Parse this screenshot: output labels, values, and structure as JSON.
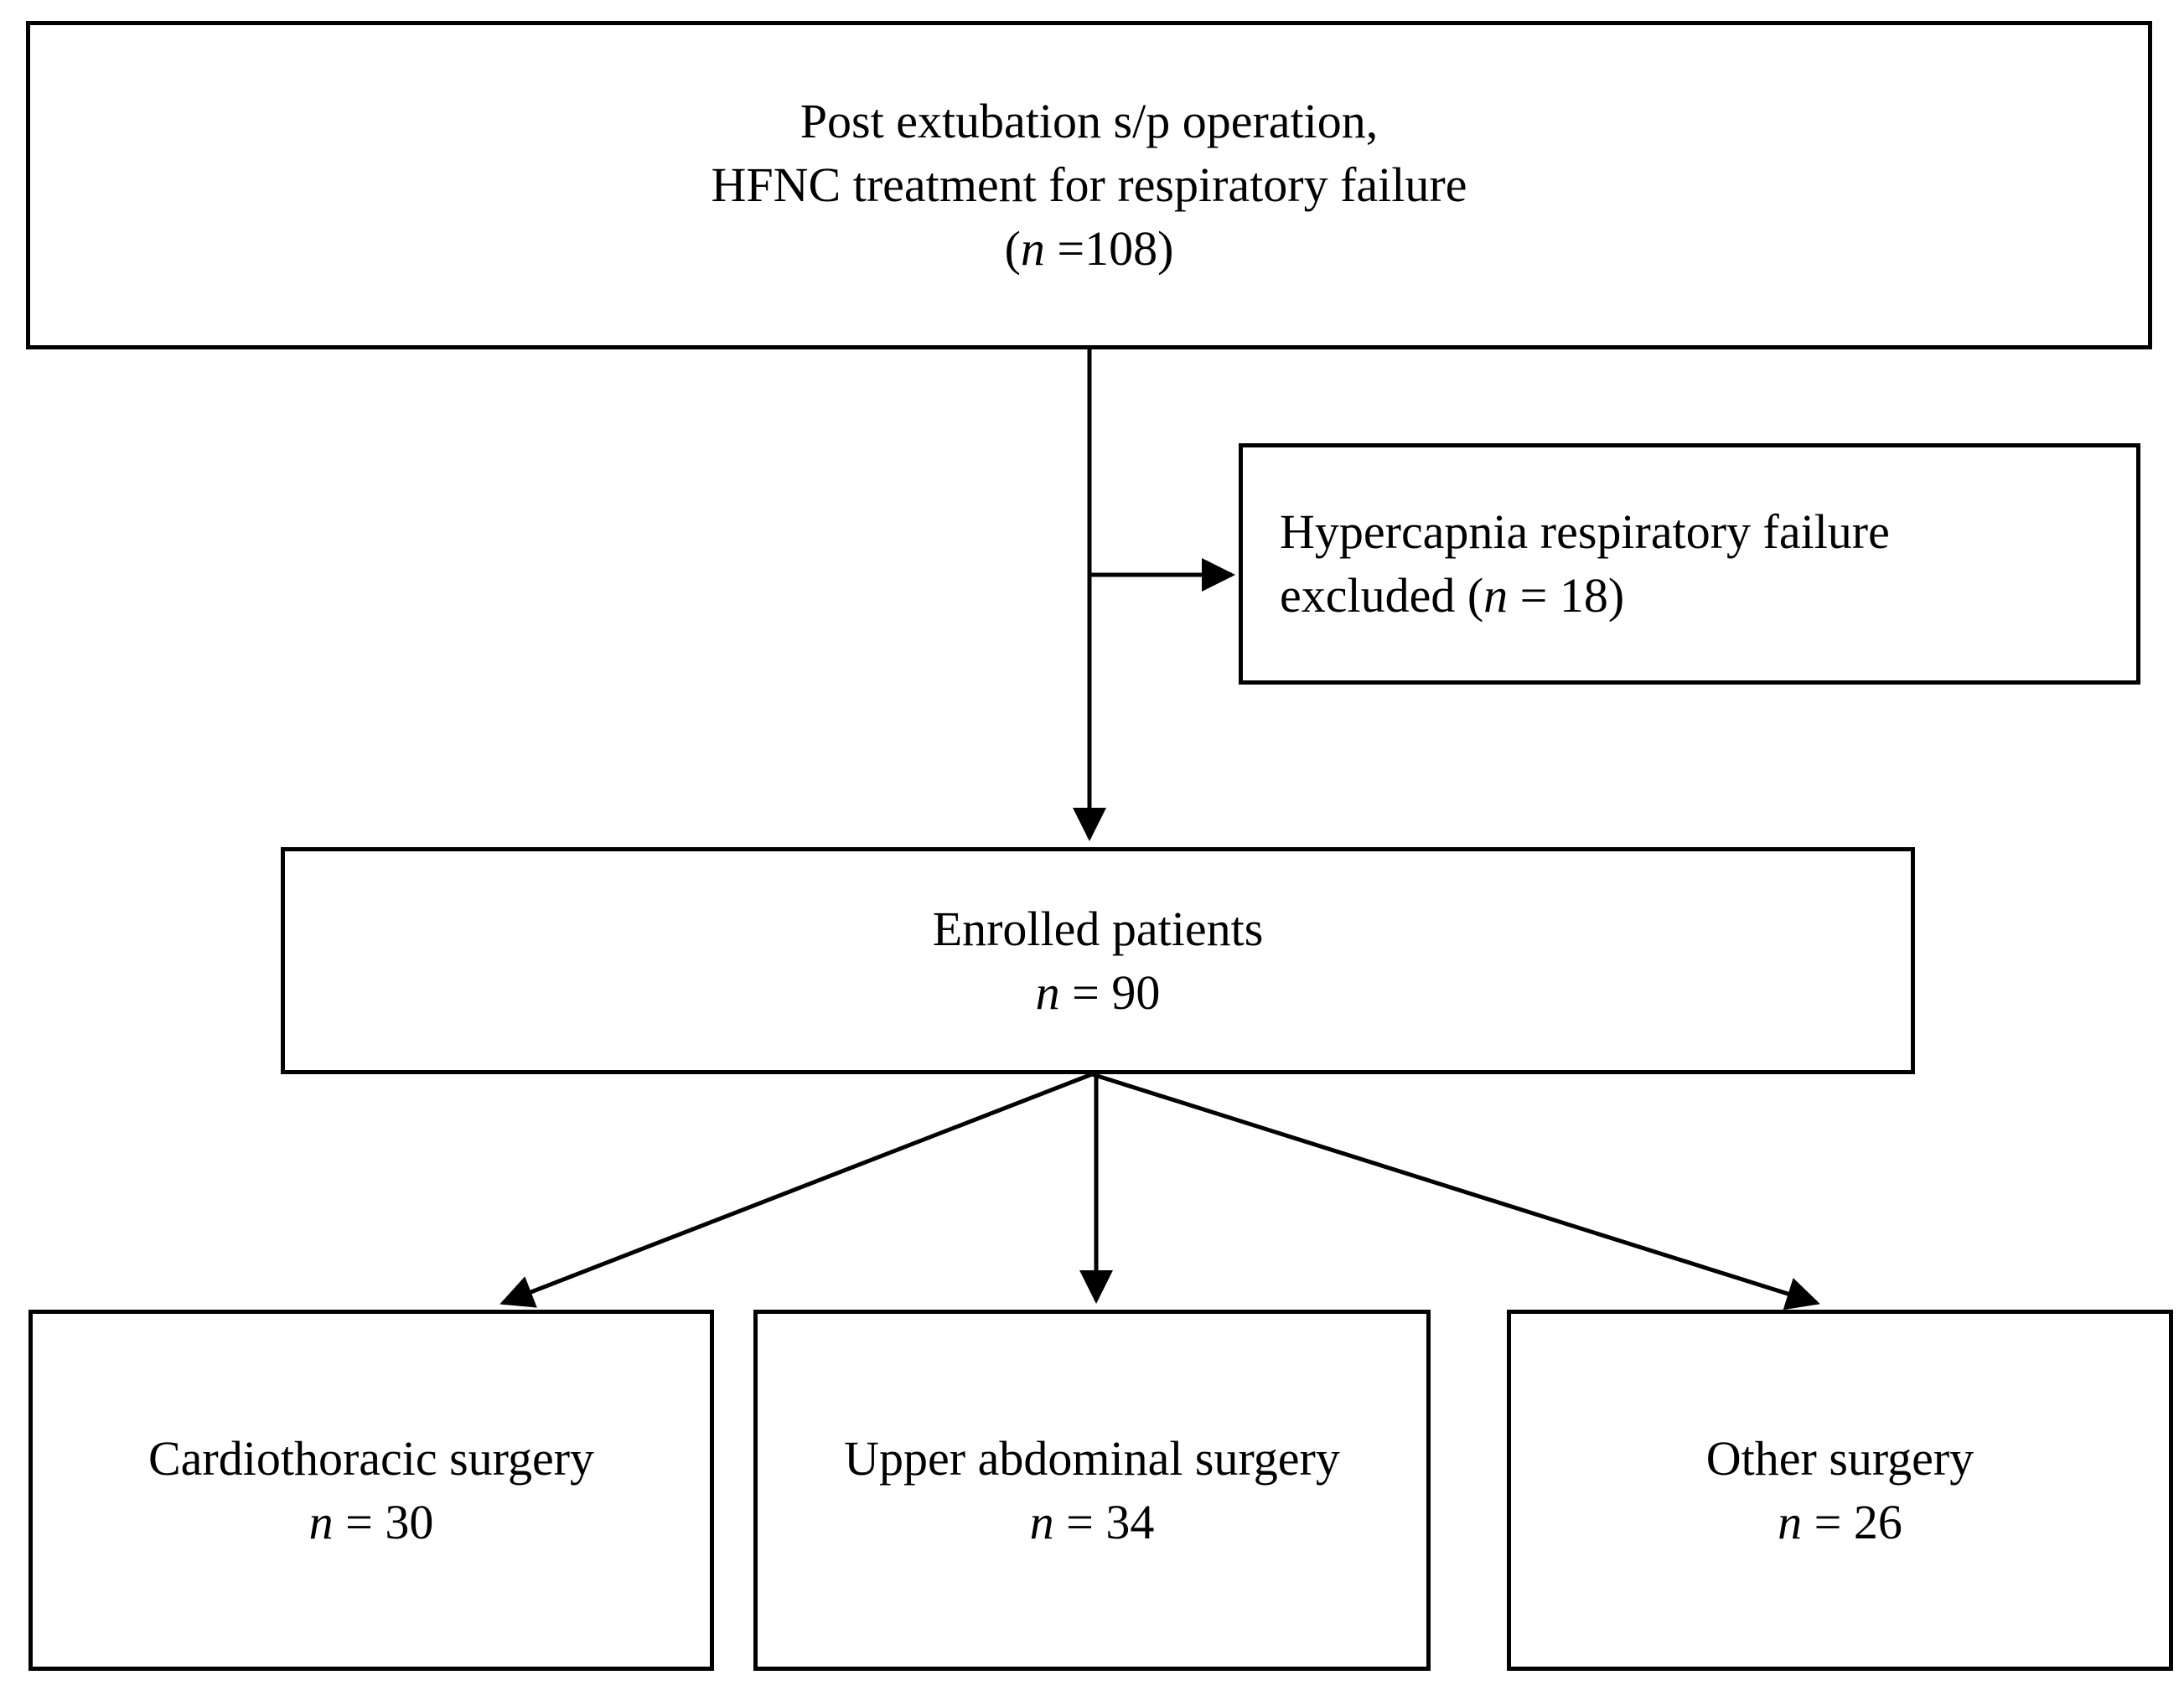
{
  "page": {
    "background_color": "#ffffff",
    "line_color": "#000000"
  },
  "flowchart": {
    "source_box": {
      "line1": "Post extubation s/p operation,",
      "line2": "HFNC treatment for respiratory failure",
      "count_pre": "(",
      "count_var": "n",
      "count_post": " =108)"
    },
    "excluded_box": {
      "line1": "Hypercapnia respiratory failure",
      "line2_pre": "excluded (",
      "count_var": "n",
      "line2_post": " = 18)"
    },
    "enrolled_box": {
      "line1": "Enrolled patients",
      "count_var": "n",
      "count_post": " = 90"
    },
    "cardio_box": {
      "line1": "Cardiothoracic surgery",
      "count_var": "n",
      "count_post": " = 30"
    },
    "upper_box": {
      "line1": "Upper abdominal surgery",
      "count_var": "n",
      "count_post": " = 34"
    },
    "other_box": {
      "line1": "Other surgery",
      "count_var": "n",
      "count_post": " = 26"
    }
  }
}
